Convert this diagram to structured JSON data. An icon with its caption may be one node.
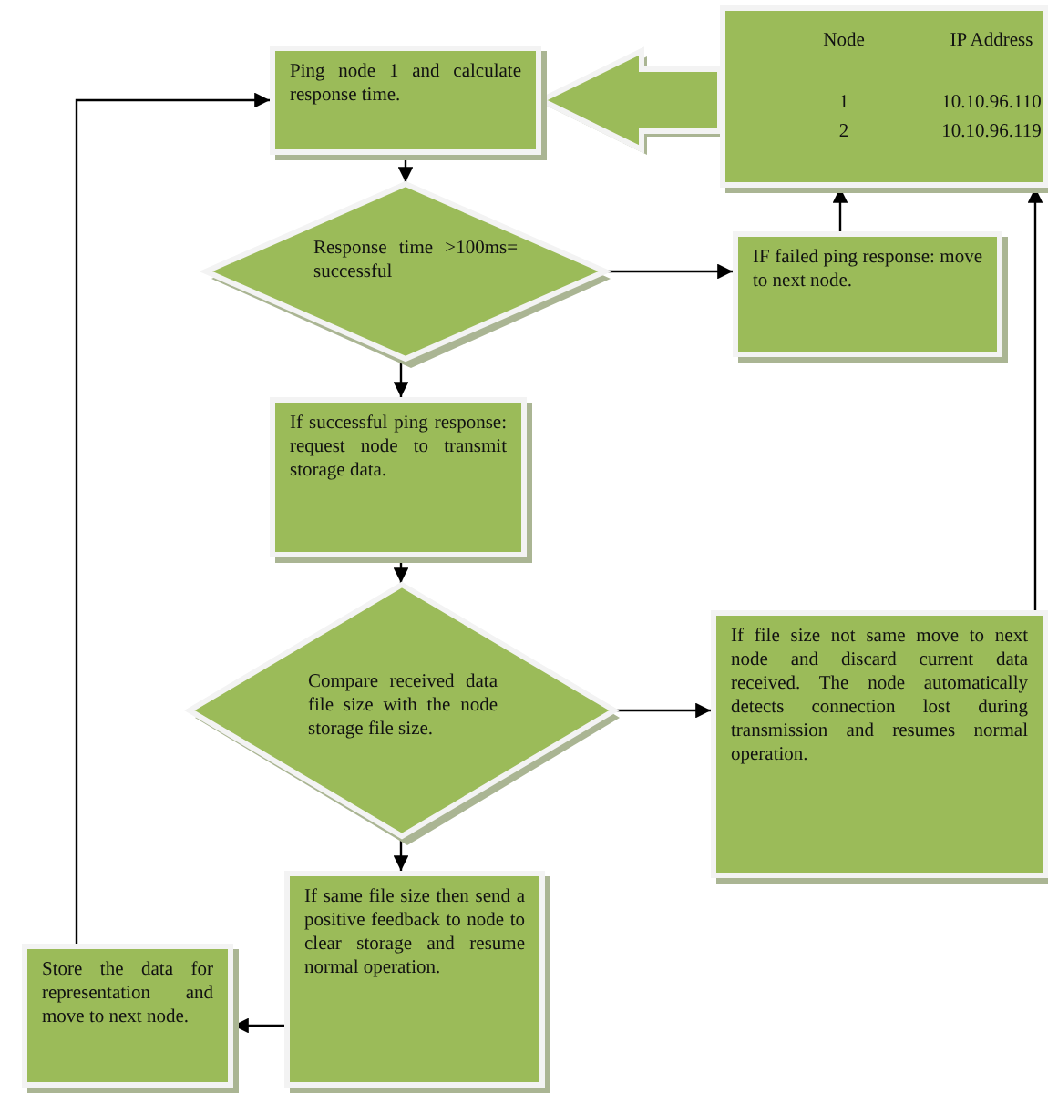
{
  "diagram": {
    "nodes": [
      {
        "text": [
          "Node",
          "IP Address",
          "1",
          "10.10.96.110",
          "2",
          "10.10.96.119"
        ]
      },
      {
        "text": [
          "Ping node 1 and calculate response time."
        ]
      },
      {
        "text": [
          "Response time >100ms= successful"
        ]
      },
      {
        "text": [
          "IF failed ping response: move to next node."
        ]
      },
      {
        "text": [
          "If successful ping response: request node to transmit storage data."
        ]
      },
      {
        "text": [
          "Compare received data file size with the node storage file size."
        ]
      },
      {
        "text": [
          "If file size not same move to next node and discard current data received. The node automatically detects connection lost during transmission and resumes normal operation."
        ]
      },
      {
        "text": [
          "If same file size then send a positive feedback to node to clear storage and resume normal operation."
        ]
      },
      {
        "text": [
          "Store the data for representation and move to next node."
        ]
      }
    ],
    "edges": [
      {
        "from": 0,
        "to": 1,
        "arrow": "to",
        "style": "thick"
      },
      {
        "from": 1,
        "to": 2,
        "arrow": "to"
      },
      {
        "from": 2,
        "to": 3,
        "arrow": "to"
      },
      {
        "from": 3,
        "to": 0,
        "arrow": "to"
      },
      {
        "from": 2,
        "to": 4,
        "arrow": "to"
      },
      {
        "from": 4,
        "to": 5,
        "arrow": "to"
      },
      {
        "from": 5,
        "to": 6,
        "arrow": "to"
      },
      {
        "from": 6,
        "to": 0,
        "arrow": "to"
      },
      {
        "from": 5,
        "to": 7,
        "arrow": "to"
      },
      {
        "from": 7,
        "to": 8,
        "arrow": "to"
      },
      {
        "from": 8,
        "to": 1,
        "arrow": "to"
      }
    ]
  }
}
